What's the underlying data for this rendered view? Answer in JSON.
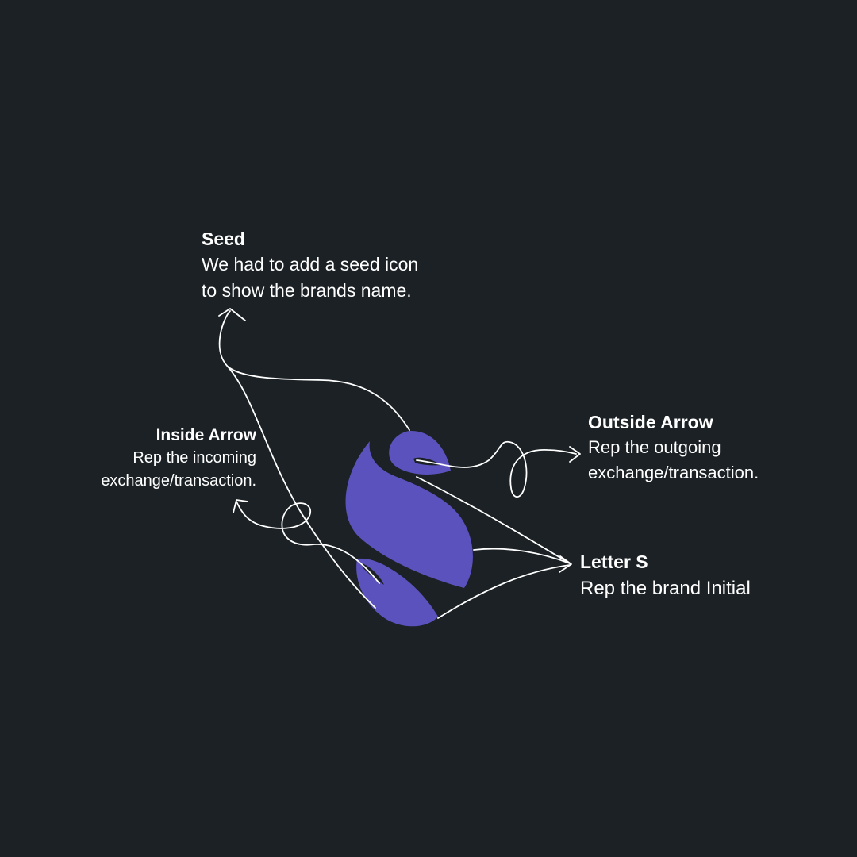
{
  "colors": {
    "background": "#1b2124",
    "brand": "#5b52be",
    "stroke": "#ffffff",
    "text": "#ffffff"
  },
  "annotations": {
    "seed": {
      "title": "Seed",
      "lines": [
        "We had to add a seed icon",
        "to show the brands name."
      ]
    },
    "outside_arrow": {
      "title": "Outside Arrow",
      "lines": [
        "Rep the outgoing",
        "exchange/transaction."
      ]
    },
    "inside_arrow": {
      "title": "Inside Arrow",
      "lines": [
        "Rep the incoming",
        "exchange/transaction."
      ]
    },
    "letter_s": {
      "title": "Letter S",
      "lines": [
        "Rep the brand Initial"
      ]
    }
  }
}
